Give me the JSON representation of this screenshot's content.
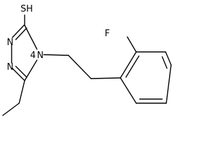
{
  "labels": {
    "sh": "SH",
    "n_top": "N",
    "n_bottom": "N",
    "n_ring": "N",
    "n_ring_locant": "4",
    "fluorine": "F"
  },
  "colors": {
    "bond": "#000000",
    "text": "#000000",
    "background": "#ffffff"
  }
}
